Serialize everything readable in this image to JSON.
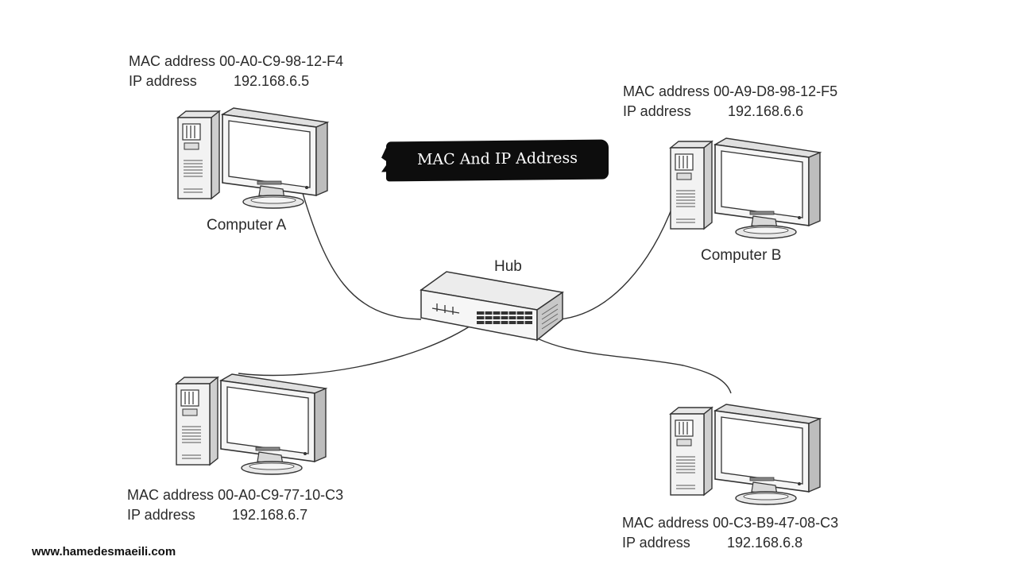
{
  "title": "MAC And IP Address",
  "hub": {
    "label": "Hub"
  },
  "computers": [
    {
      "id": "a",
      "name": "Computer A",
      "mac_label": "MAC address",
      "mac": "00-A0-C9-98-12-F4",
      "ip_label": "IP address",
      "ip": "192.168.6.5"
    },
    {
      "id": "b",
      "name": "Computer B",
      "mac_label": "MAC address",
      "mac": "00-A9-D8-98-12-F5",
      "ip_label": "IP address",
      "ip": "192.168.6.6"
    },
    {
      "id": "c",
      "name": "",
      "mac_label": "MAC address",
      "mac": "00-A0-C9-77-10-C3",
      "ip_label": "IP address",
      "ip": "192.168.6.7"
    },
    {
      "id": "d",
      "name": "",
      "mac_label": "MAC address",
      "mac": "00-C3-B9-47-08-C3",
      "ip_label": "IP address",
      "ip": "192.168.6.8"
    }
  ],
  "footer": {
    "website": "www.hamedesmaeili.com"
  }
}
